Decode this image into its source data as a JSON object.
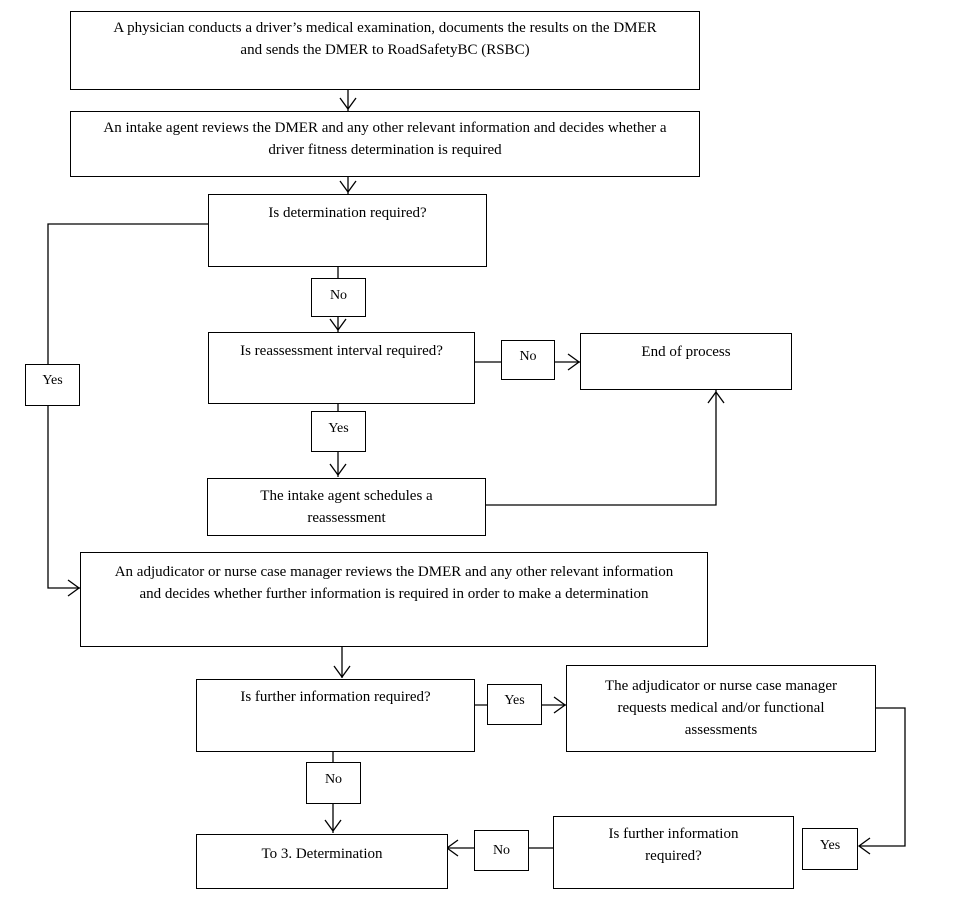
{
  "nodes": {
    "exam": "A physician conducts a driver’s medical examination, documents the results on the DMER and sends the DMER to RoadSafetyBC (RSBC)",
    "intake_review": "An intake agent reviews the DMER and any other relevant information and decides whether a driver fitness determination  is required",
    "determination_required": "Is determination required?",
    "reassessment_required": "Is reassessment interval required?",
    "end_of_process": "End of process",
    "schedule_reassessment": "The intake agent schedules a reassessment",
    "adjudicator_review": "An adjudicator or nurse case manager reviews the DMER and any other relevant information and decides whether further information is required in order to make a determination",
    "further_info_required_1": "Is further information required?",
    "request_assessments": "The adjudicator or nurse case manager requests medical and/or functional assessments",
    "further_info_required_2": "Is further information required?",
    "to_determination": "To 3. Determination"
  },
  "edge_labels": {
    "no_1": "No",
    "yes_1": "Yes",
    "no_2": "No",
    "yes_2": "Yes",
    "yes_3": "Yes",
    "no_3": "No",
    "yes_4": "Yes",
    "no_4": "No"
  },
  "colors": {
    "line": "#000000",
    "fill": "#ffffff"
  }
}
